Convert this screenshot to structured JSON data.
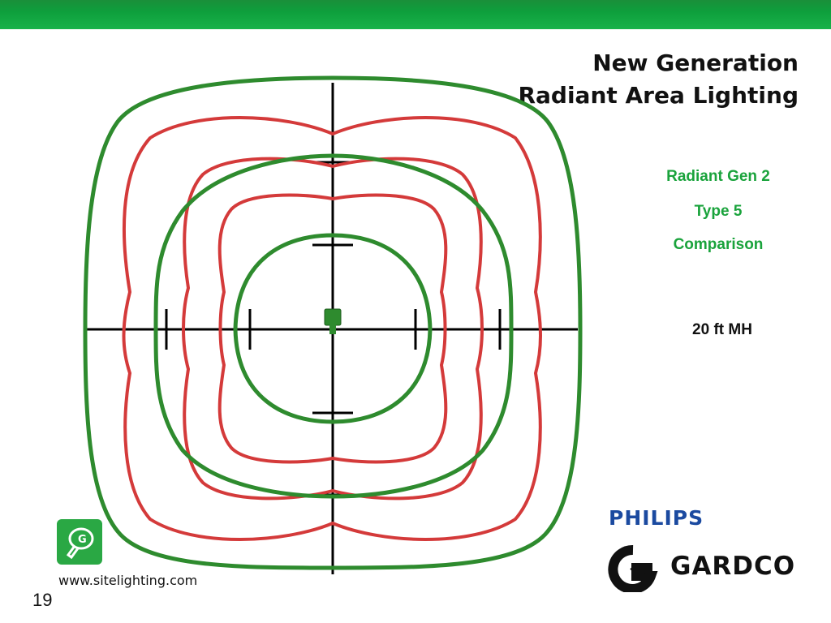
{
  "header": {
    "title_line1": "New Generation",
    "title_line2": "Radiant Area Lighting"
  },
  "legend": {
    "line1": "Radiant Gen 2",
    "line2": "Type 5",
    "line3": "Comparison",
    "mounting_height": "20 ft MH"
  },
  "footer": {
    "url": "www.sitelighting.com",
    "page_number": "19"
  },
  "brands": {
    "philips": "PHILIPS",
    "gardco": "GARDCO"
  },
  "colors": {
    "accent_green": "#1aa33c",
    "contour_red": "#d43a3a",
    "contour_green": "#2e8b2e",
    "philips_blue": "#1b4aa0"
  },
  "icons": {
    "luminaire": "luminaire-marker-icon",
    "bulb_badge": "bulb-badge-icon",
    "gardco_mark": "gardco-g-icon"
  }
}
